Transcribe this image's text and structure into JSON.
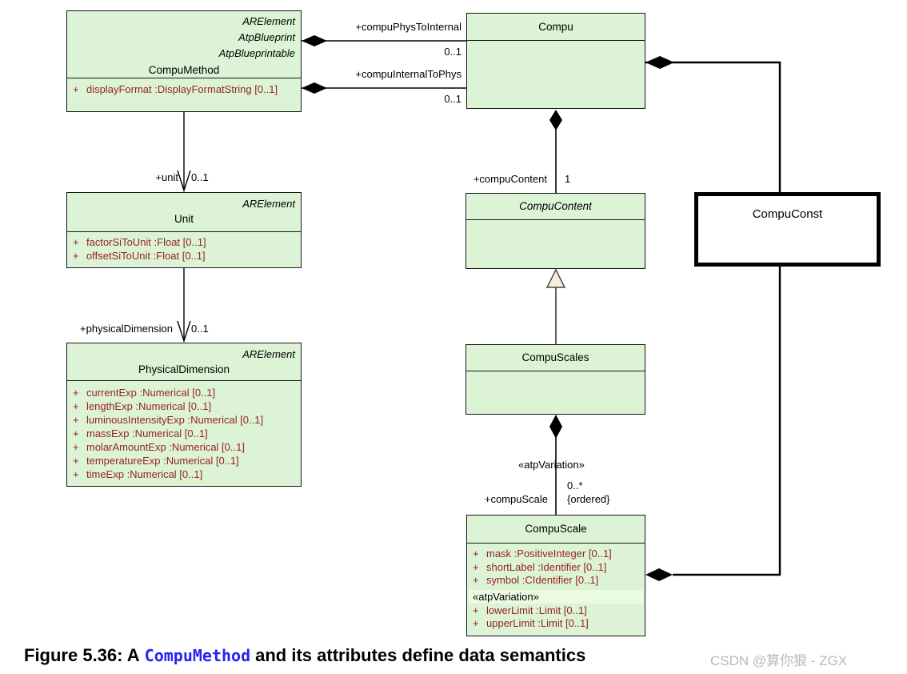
{
  "colors": {
    "class_fill": "#ddf3d6",
    "variation_row_fill": "#eafbe2",
    "attribute_text": "#952420",
    "caption_code": "#2323f5",
    "watermark": "#b9b9b9"
  },
  "classes": {
    "compu_method": {
      "stereotypes": [
        "ARElement",
        "AtpBlueprint",
        "AtpBlueprintable"
      ],
      "name": "CompuMethod",
      "attributes": [
        {
          "vis": "+",
          "text": "displayFormat  :DisplayFormatString [0..1]"
        }
      ]
    },
    "compu": {
      "name": "Compu"
    },
    "unit": {
      "stereotypes": [
        "ARElement"
      ],
      "name": "Unit",
      "attributes": [
        {
          "vis": "+",
          "text": "factorSiToUnit  :Float [0..1]"
        },
        {
          "vis": "+",
          "text": "offsetSiToUnit  :Float [0..1]"
        }
      ]
    },
    "physical_dimension": {
      "stereotypes": [
        "ARElement"
      ],
      "name": "PhysicalDimension",
      "attributes": [
        {
          "vis": "+",
          "text": "currentExp  :Numerical [0..1]"
        },
        {
          "vis": "+",
          "text": "lengthExp  :Numerical [0..1]"
        },
        {
          "vis": "+",
          "text": "luminousIntensityExp  :Numerical [0..1]"
        },
        {
          "vis": "+",
          "text": "massExp  :Numerical [0..1]"
        },
        {
          "vis": "+",
          "text": "molarAmountExp  :Numerical [0..1]"
        },
        {
          "vis": "+",
          "text": "temperatureExp  :Numerical [0..1]"
        },
        {
          "vis": "+",
          "text": "timeExp  :Numerical [0..1]"
        }
      ]
    },
    "compu_content": {
      "name": "CompuContent"
    },
    "compu_scales": {
      "name": "CompuScales"
    },
    "compu_scale": {
      "name": "CompuScale",
      "attributes": [
        {
          "vis": "+",
          "text": "mask  :PositiveInteger [0..1]"
        },
        {
          "vis": "+",
          "text": "shortLabel  :Identifier [0..1]"
        },
        {
          "vis": "+",
          "text": "symbol  :CIdentifier [0..1]"
        }
      ],
      "variation_label": "«atpVariation»",
      "variation_attributes": [
        {
          "vis": "+",
          "text": "lowerLimit  :Limit [0..1]"
        },
        {
          "vis": "+",
          "text": "upperLimit  :Limit [0..1]"
        }
      ]
    },
    "compu_const": {
      "name": "CompuConst"
    }
  },
  "associations": {
    "compu_phys_to_internal": {
      "label": "+compuPhysToInternal",
      "multiplicity": "0..1"
    },
    "compu_internal_to_phys": {
      "label": "+compuInternalToPhys",
      "multiplicity": "0..1"
    },
    "unit": {
      "label": "+unit",
      "multiplicity": "0..1"
    },
    "physical_dimension": {
      "label": "+physicalDimension",
      "multiplicity": "0..1"
    },
    "compu_content": {
      "label": "+compuContent",
      "multiplicity": "1"
    },
    "compu_scale": {
      "label": "+compuScale",
      "stereotype": "«atpVariation»",
      "multiplicity": "0..*",
      "constraint": "{ordered}"
    }
  },
  "caption": {
    "prefix": "Figure 5.36: A",
    "code": "CompuMethod",
    "suffix": "and its attributes define data semantics"
  },
  "watermark": "CSDN @算你狠 - ZGX"
}
